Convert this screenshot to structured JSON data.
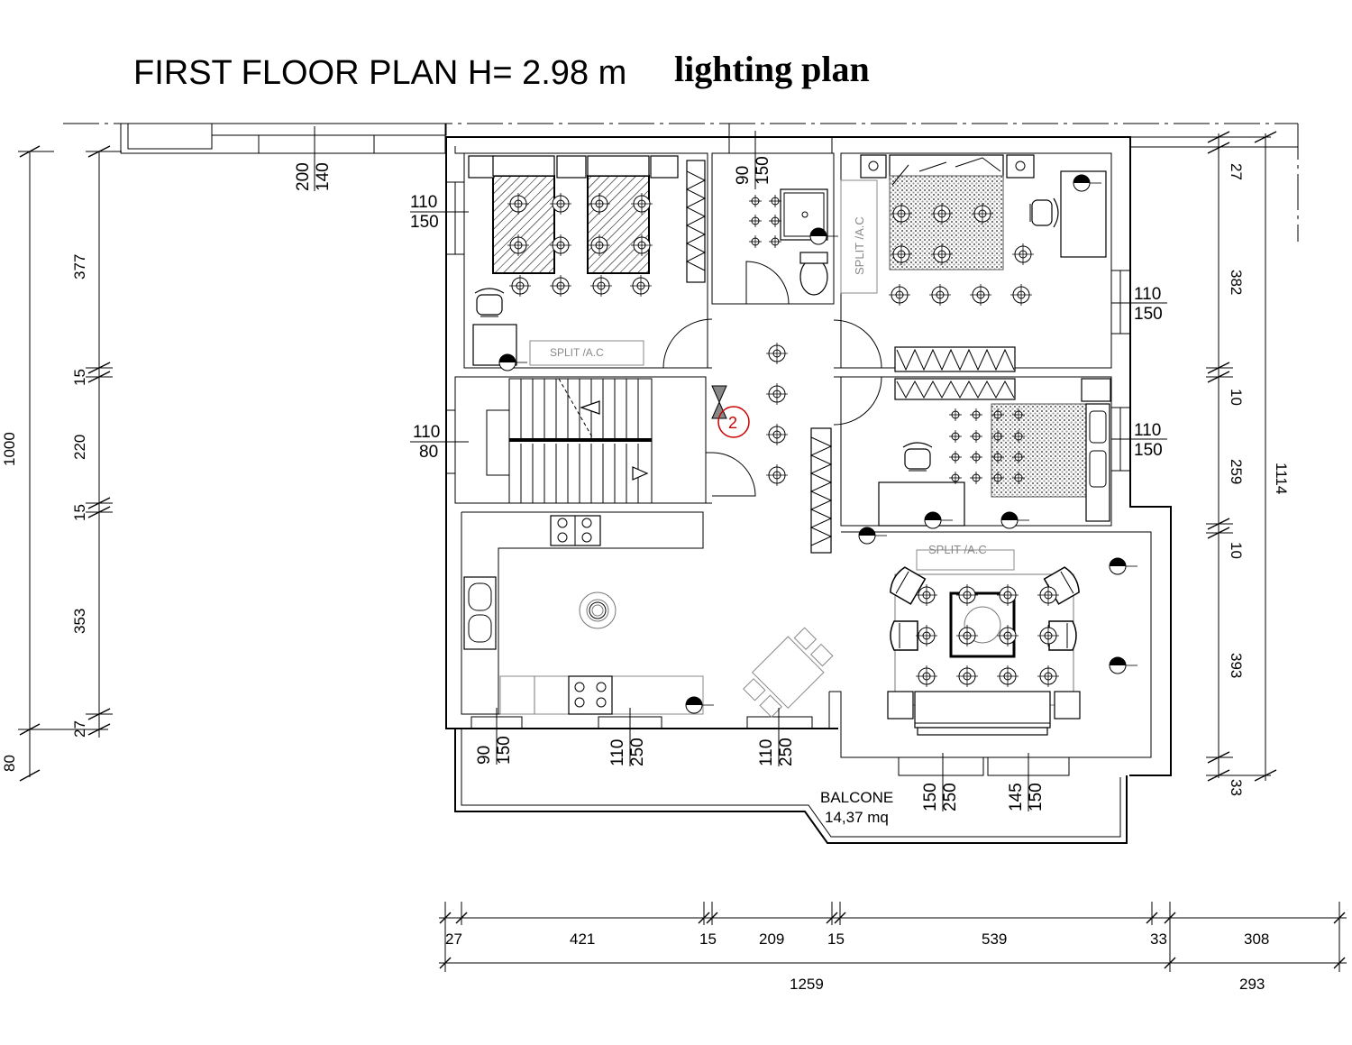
{
  "title": {
    "main": "FIRST FLOOR PLAN H= 2.98 m",
    "sub": "lighting plan"
  },
  "labels": {
    "split_ac_1": "SPLIT /A.C",
    "split_ac_2": "SPLIT /A.C",
    "split_ac_3": "SPLIT /A.C",
    "balcony": "BALCONE",
    "balcony_area": "14,37 mq",
    "circuit_marker": "2"
  },
  "openings": [
    {
      "id": "top-window",
      "top": "200",
      "bottom": "140"
    },
    {
      "id": "bath-window",
      "top": "90",
      "bottom": "150"
    },
    {
      "id": "bed1-window",
      "top": "110",
      "bottom": "150"
    },
    {
      "id": "bed2-window",
      "top": "110",
      "bottom": "150"
    },
    {
      "id": "stair-window",
      "top": "110",
      "bottom": "80"
    },
    {
      "id": "bed3-window",
      "top": "110",
      "bottom": "150"
    },
    {
      "id": "kitchen-window",
      "top": "90",
      "bottom": "150"
    },
    {
      "id": "living-door-1",
      "top": "110",
      "bottom": "250"
    },
    {
      "id": "living-door-2",
      "top": "110",
      "bottom": "250"
    },
    {
      "id": "balcony-door-1",
      "top": "150",
      "bottom": "250"
    },
    {
      "id": "balcony-door-2",
      "top": "145",
      "bottom": "150"
    }
  ],
  "dimensions": {
    "left_total": "1000",
    "left_bottom": "80",
    "left_segments": [
      "377",
      "15",
      "220",
      "15",
      "353",
      "27"
    ],
    "right_segments": [
      "27",
      "382",
      "10",
      "259",
      "10",
      "393",
      "33"
    ],
    "right_total": "1114",
    "bottom_segments": [
      "27",
      "421",
      "15",
      "209",
      "15",
      "539",
      "33",
      "308"
    ],
    "bottom_total_left": "1259",
    "bottom_total_right": "293"
  },
  "colors": {
    "line": "#000000",
    "marker": "#cc0000",
    "muted": "#888888"
  }
}
